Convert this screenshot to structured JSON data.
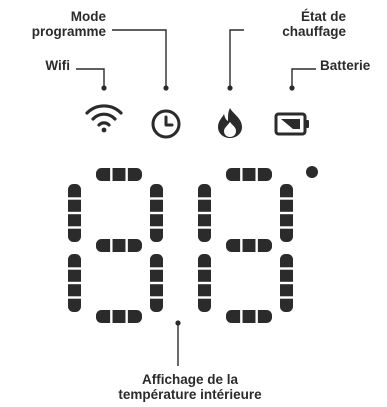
{
  "labels": {
    "mode": [
      "Mode",
      "programme"
    ],
    "wifi": "Wifi",
    "heating": [
      "État de",
      "chauffage"
    ],
    "battery": "Batterie",
    "display": [
      "Affichage de la",
      "température intérieure"
    ]
  },
  "icons": [
    "wifi-icon",
    "clock-icon",
    "flame-icon",
    "battery-icon"
  ],
  "display": {
    "digits": [
      "8",
      "8"
    ],
    "indicator": "dot"
  },
  "colors": {
    "ink": "#2b2b2b",
    "background": "#ffffff"
  }
}
